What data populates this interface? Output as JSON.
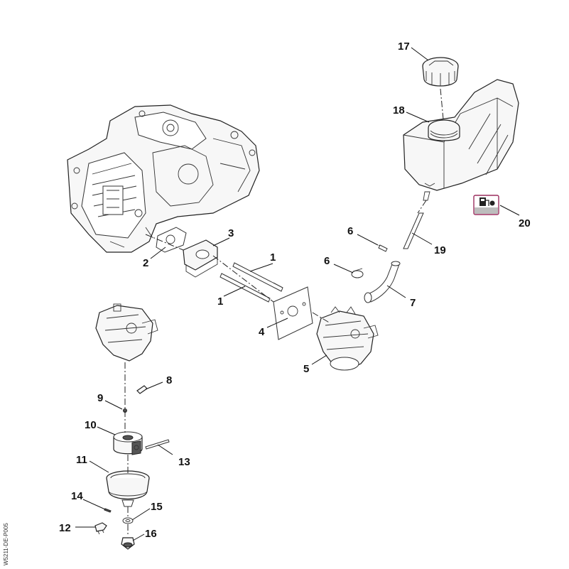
{
  "callouts": {
    "c1a": "1",
    "c1b": "1",
    "c2": "2",
    "c3": "3",
    "c4": "4",
    "c5": "5",
    "c6a": "6",
    "c6b": "6",
    "c7": "7",
    "c8": "8",
    "c9": "9",
    "c10": "10",
    "c11": "11",
    "c12": "12",
    "c13": "13",
    "c14": "14",
    "c15": "15",
    "c16": "16",
    "c17": "17",
    "c18": "18",
    "c19": "19",
    "c20": "20"
  },
  "figure_id": "W5211-DE-P005",
  "colors": {
    "line": "#222222",
    "fill": "#f7f7f7",
    "label_border": "#9b2d5e"
  },
  "icons": {
    "fuel_label": "fuel-pump-icon"
  }
}
